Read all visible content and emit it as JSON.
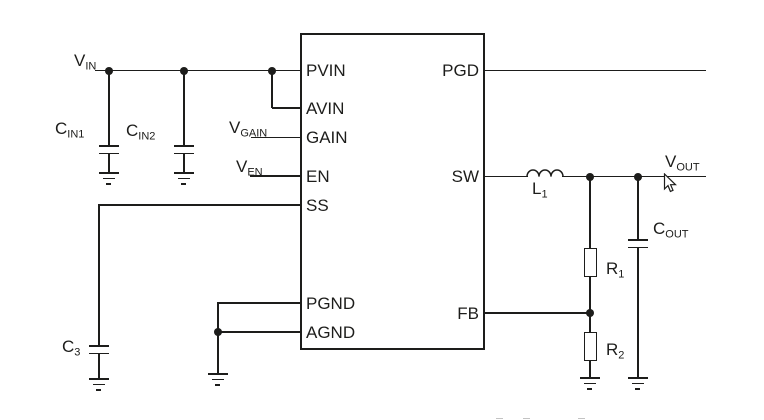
{
  "diagram_type": "dc-dc-converter-typical-application-schematic",
  "colors": {
    "line": "#1d1d1b",
    "background": "#ffffff",
    "component_fill": "#ffffff"
  },
  "ic": {
    "left_pins": [
      "PVIN",
      "AVIN",
      "GAIN",
      "EN",
      "SS",
      "PGND",
      "AGND"
    ],
    "right_pins": [
      "PGD",
      "SW",
      "FB"
    ]
  },
  "nets": {
    "vin": {
      "main": "V",
      "sub": "IN"
    },
    "vgain": {
      "main": "V",
      "sub": "GAIN"
    },
    "ven": {
      "main": "V",
      "sub": "EN"
    },
    "vout": {
      "main": "V",
      "sub": "OUT"
    }
  },
  "components": {
    "cin1": {
      "main": "C",
      "sub": "IN1"
    },
    "cin2": {
      "main": "C",
      "sub": "IN2"
    },
    "c3": {
      "main": "C",
      "sub": "3"
    },
    "l1": {
      "main": "L",
      "sub": "1"
    },
    "cout": {
      "main": "C",
      "sub": "OUT"
    },
    "r1": {
      "main": "R",
      "sub": "1"
    },
    "r2": {
      "main": "R",
      "sub": "2"
    }
  },
  "icons": {
    "cursor": "mouse-pointer-arrow",
    "ground": "earth-ground-symbol"
  }
}
